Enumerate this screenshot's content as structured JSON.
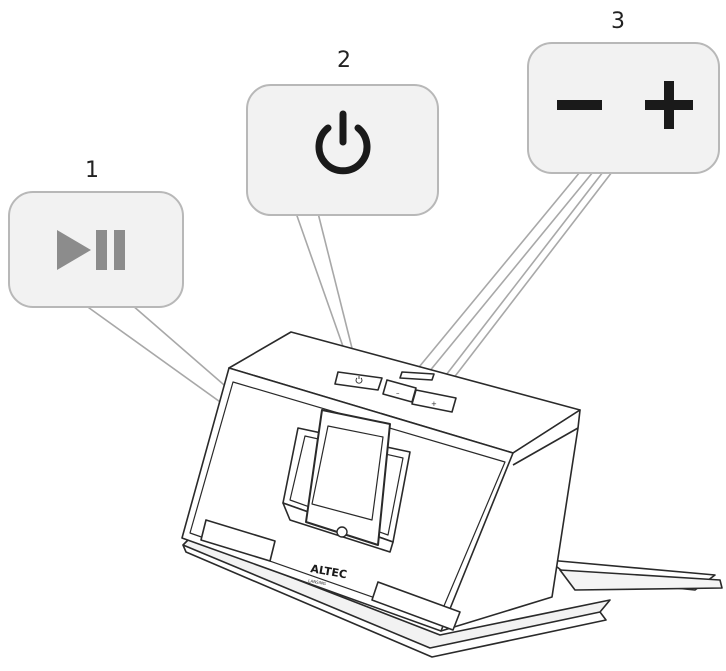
{
  "callouts": [
    {
      "number": "1",
      "icon": "play-pause-icon"
    },
    {
      "number": "2",
      "icon": "power-icon"
    },
    {
      "number": "3",
      "icon": "volume-minus-plus-icon"
    }
  ],
  "device": {
    "brand": "ALTEC",
    "sub_brand": "LANSING",
    "buttons": [
      {
        "icon": "power-icon"
      },
      {
        "label": "–"
      },
      {
        "label": "+"
      }
    ]
  },
  "colors": {
    "callout_border": "#b8b8b8",
    "callout_fill": "#f2f2f2",
    "icon_dark": "#1a1a1a",
    "icon_grey": "#8c8c8c",
    "line": "#333333",
    "leader": "#a8a8a8"
  }
}
